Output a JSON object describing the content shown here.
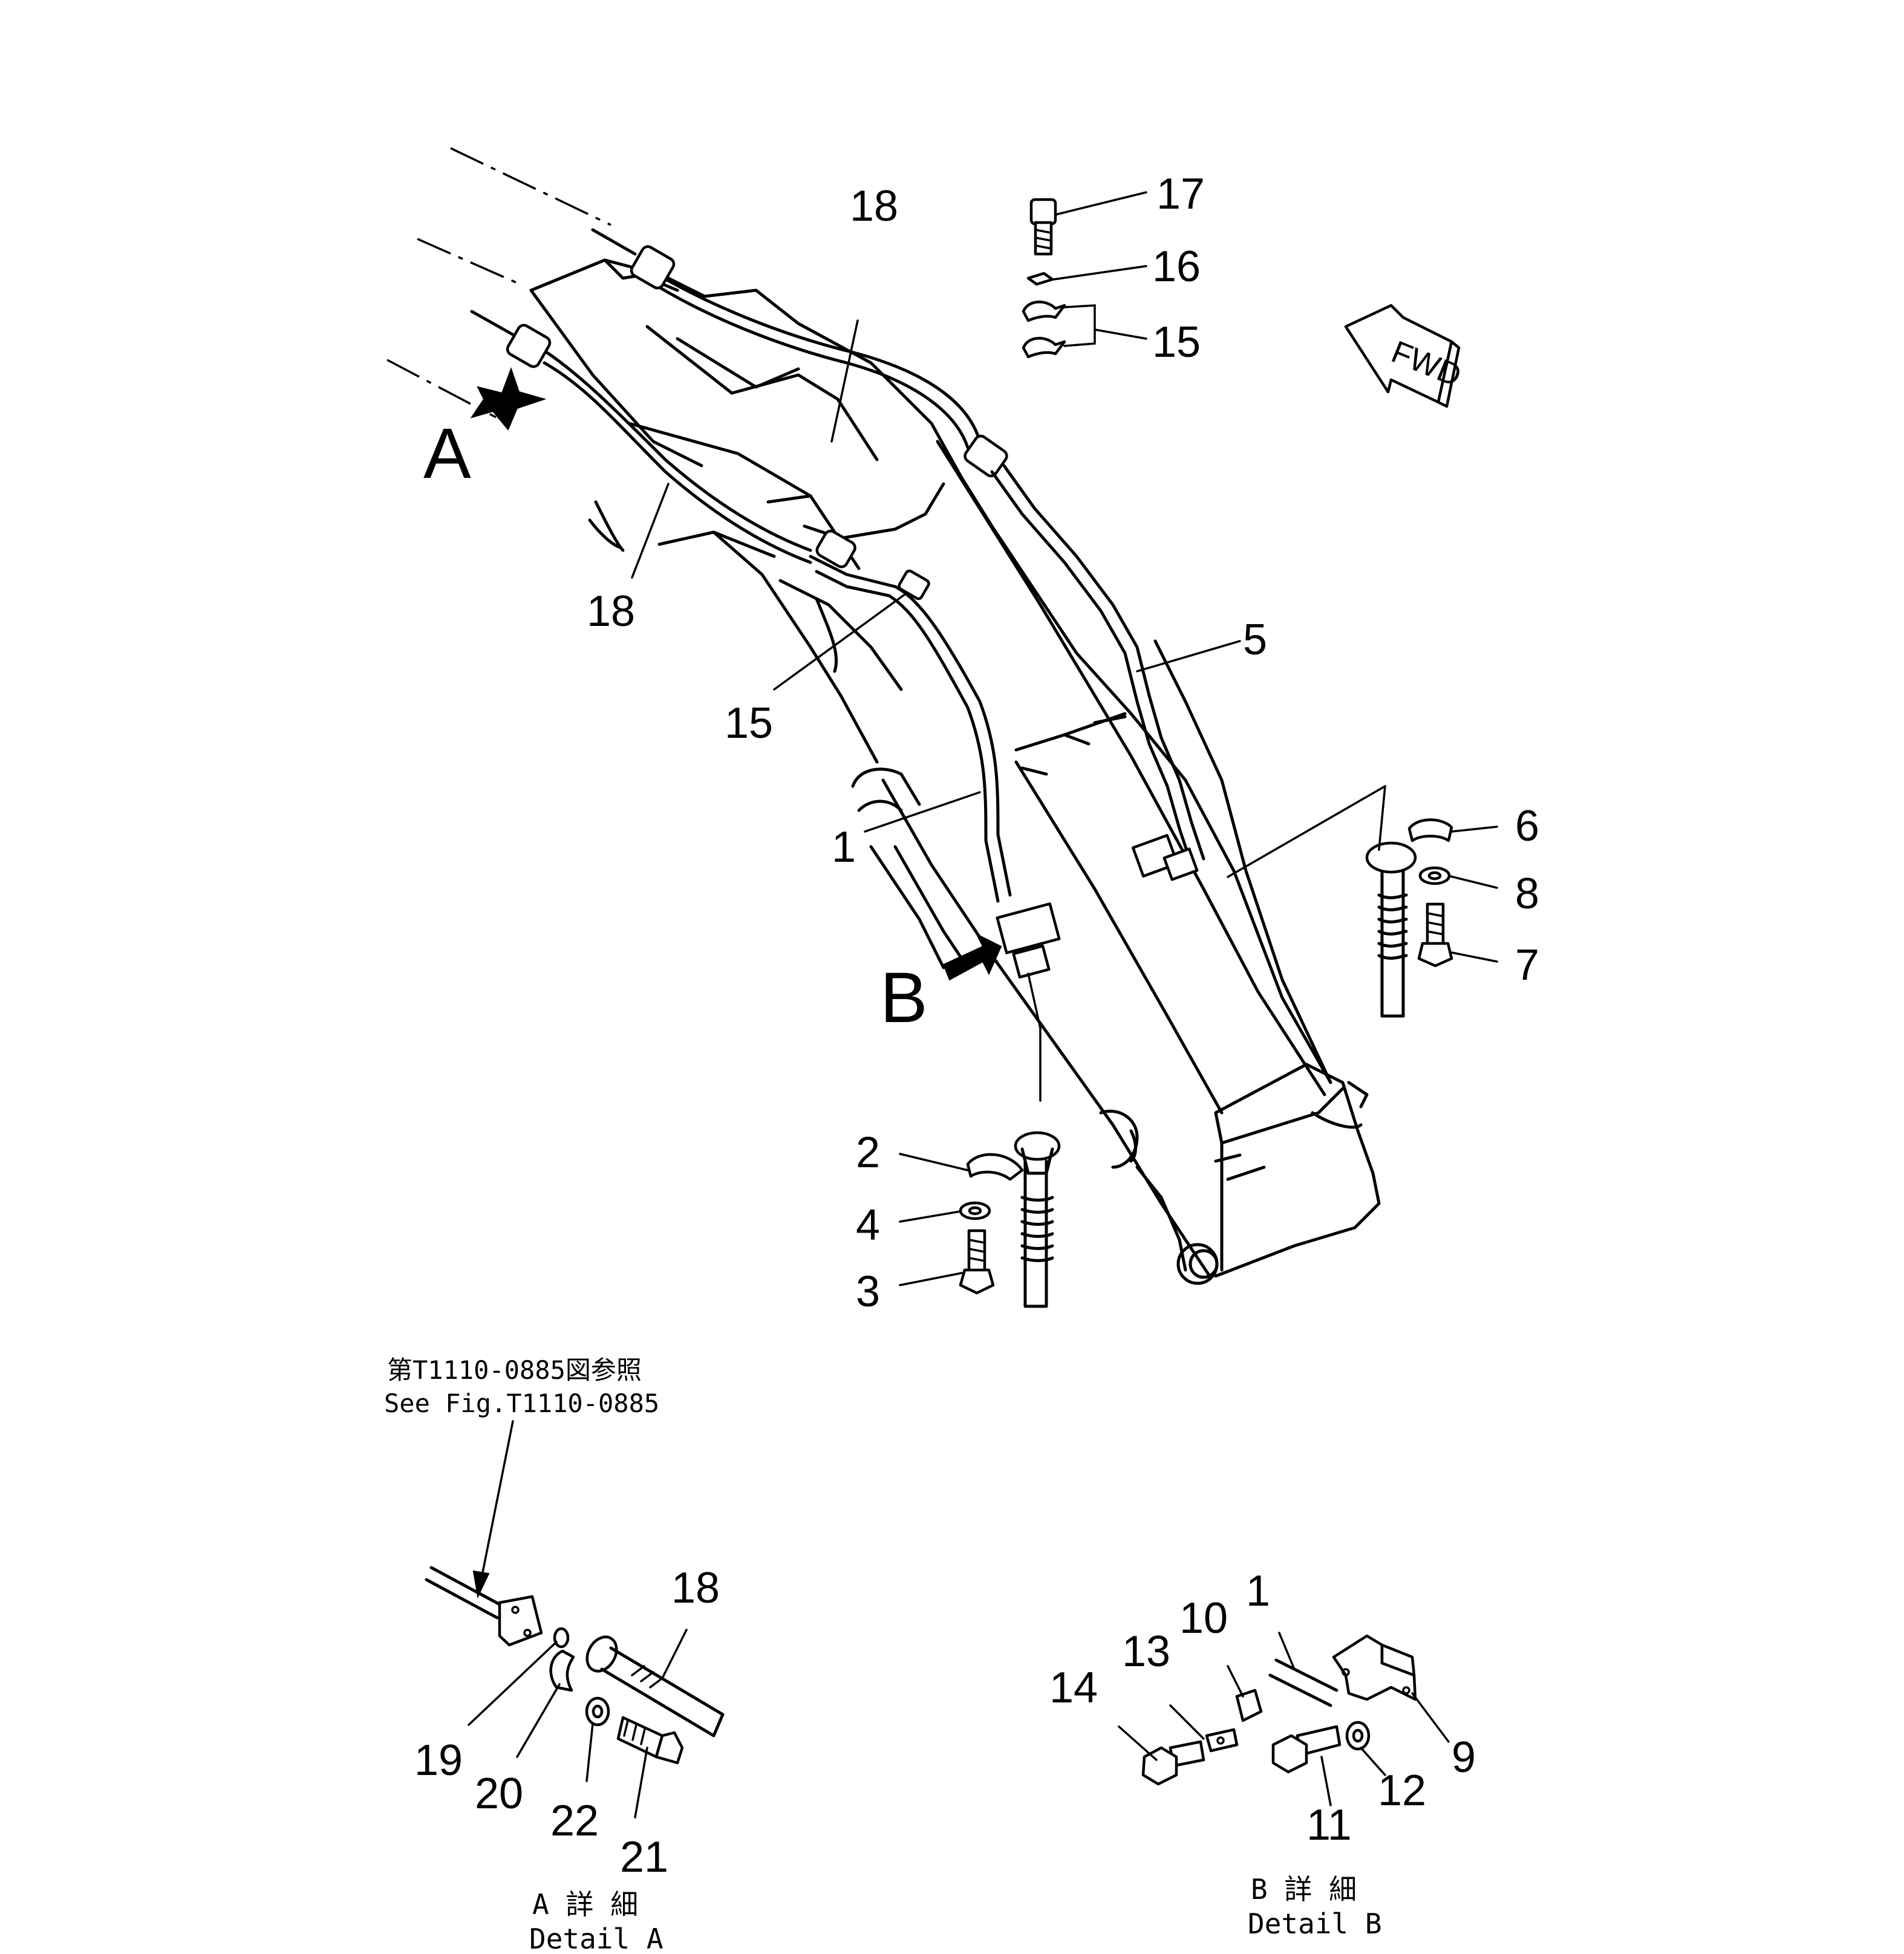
{
  "callouts": {
    "c1": "1",
    "c1b": "1",
    "c2": "2",
    "c3": "3",
    "c4": "4",
    "c5": "5",
    "c6": "6",
    "c7": "7",
    "c8": "8",
    "c9": "9",
    "c10": "10",
    "c11": "11",
    "c12": "12",
    "c13": "13",
    "c14": "14",
    "c15a": "15",
    "c15b": "15",
    "c16": "16",
    "c17": "17",
    "c18a": "18",
    "c18b": "18",
    "c18c": "18",
    "c19": "19",
    "c20": "20",
    "c21": "21",
    "c22": "22"
  },
  "view_letters": {
    "a": "A",
    "b": "B"
  },
  "direction": {
    "fwd": "FWD"
  },
  "reference": {
    "jp": "第T1110-0885図参照",
    "en": "See Fig.T1110-0885"
  },
  "details": {
    "a_jp": "A 詳 細",
    "a_en": "Detail A",
    "b_jp": "B 詳 細",
    "b_en": "Detail B"
  }
}
